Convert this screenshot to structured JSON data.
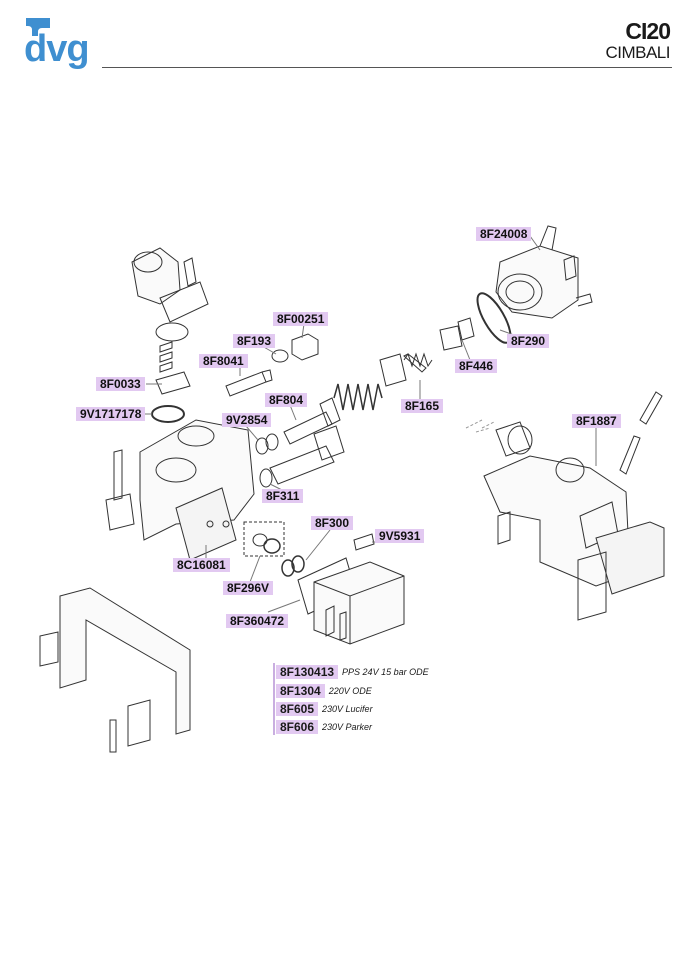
{
  "header": {
    "logo_text": "dvg",
    "model": "CI20",
    "brand": "CIMBALI"
  },
  "parts": [
    {
      "code": "8F24008"
    },
    {
      "code": "8F290"
    },
    {
      "code": "8F446"
    },
    {
      "code": "8F165"
    },
    {
      "code": "8F00251"
    },
    {
      "code": "8F193"
    },
    {
      "code": "8F8041"
    },
    {
      "code": "8F0033"
    },
    {
      "code": "9V1717178"
    },
    {
      "code": "8F804"
    },
    {
      "code": "9V2854"
    },
    {
      "code": "8F311"
    },
    {
      "code": "8F1887"
    },
    {
      "code": "8F300"
    },
    {
      "code": "9V5931"
    },
    {
      "code": "8C16081"
    },
    {
      "code": "8F296V"
    },
    {
      "code": "8F360472"
    }
  ],
  "legend": [
    {
      "code": "8F130413",
      "desc": "PPS 24V 15 bar ODE"
    },
    {
      "code": "8F1304",
      "desc": "220V ODE"
    },
    {
      "code": "8F605",
      "desc": "230V Lucifer"
    },
    {
      "code": "8F606",
      "desc": "230V Parker"
    }
  ],
  "colors": {
    "label_highlight": "#e2c9f1",
    "logo_blue": "#3f8fd0"
  }
}
